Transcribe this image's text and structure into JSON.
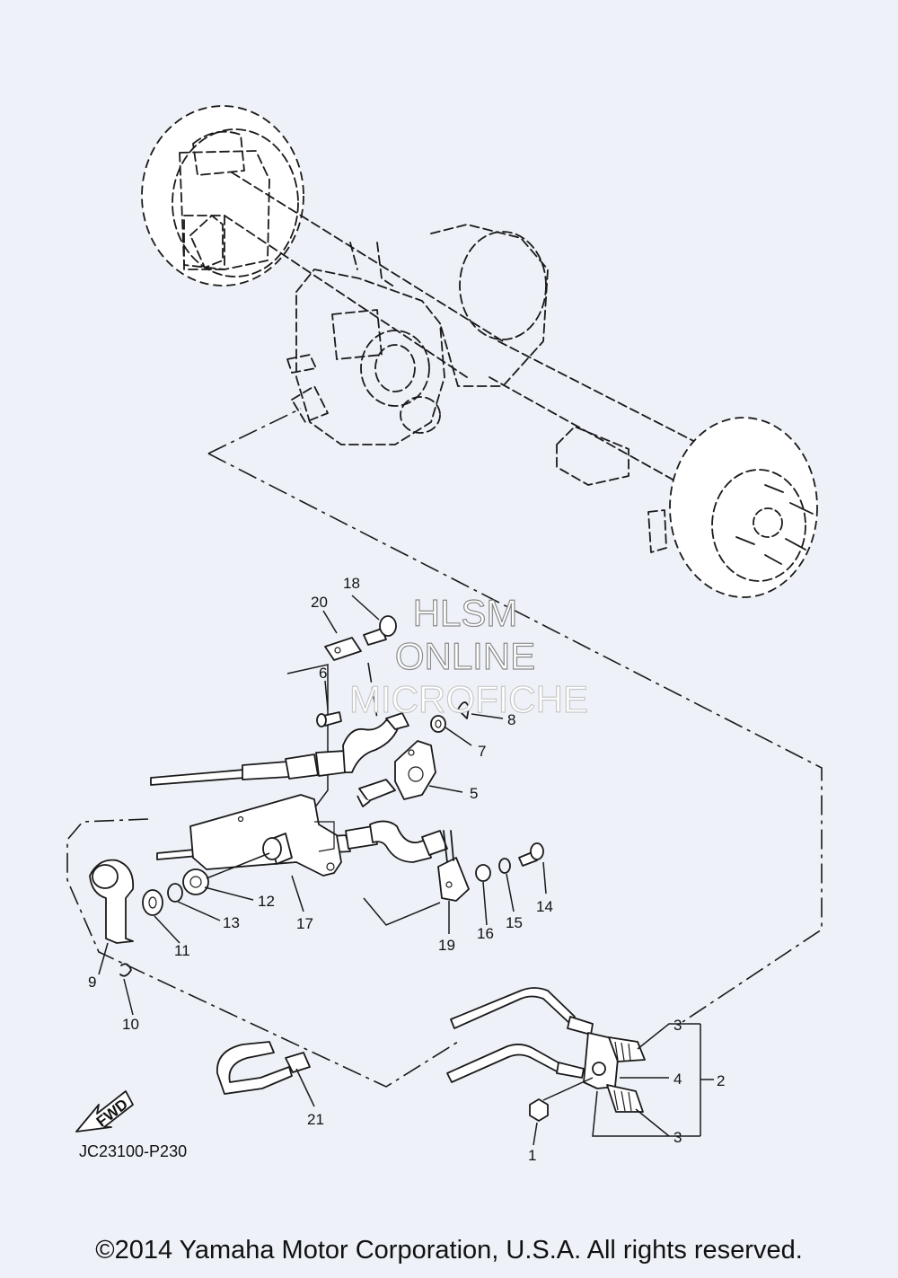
{
  "watermark": {
    "line1": "HLSM",
    "line2": "ONLINE",
    "line3": "MICROFICHE"
  },
  "fwd_label": "FWD",
  "diagram_code": "JC23100-P230",
  "copyright": "©2014 Yamaha Motor Corporation, U.S.A. All rights reserved.",
  "callouts": [
    "1",
    "2",
    "3",
    "3",
    "4",
    "5",
    "6",
    "7",
    "8",
    "9",
    "10",
    "11",
    "12",
    "13",
    "14",
    "15",
    "16",
    "17",
    "18",
    "19",
    "20",
    "21"
  ]
}
